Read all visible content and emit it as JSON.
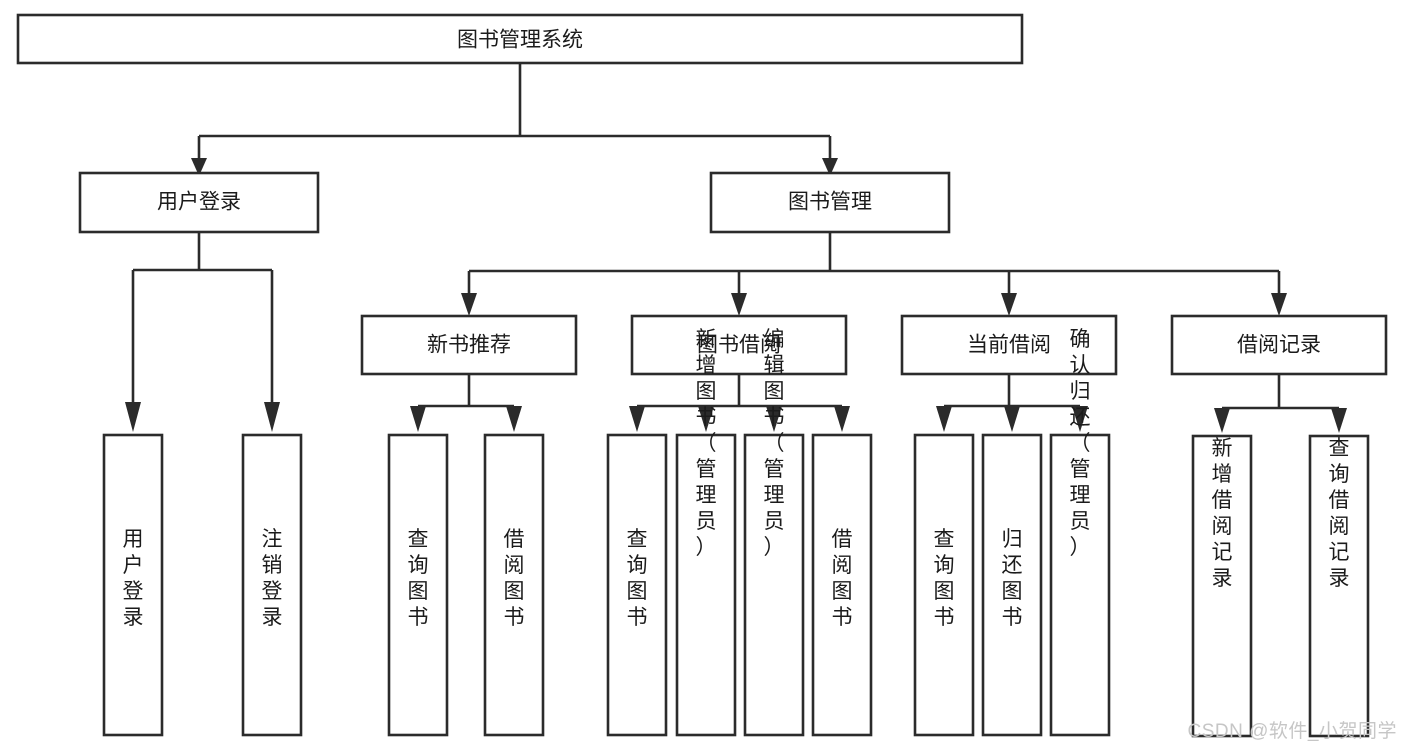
{
  "diagram": {
    "type": "tree-hierarchy-chart",
    "title": "图书管理系统",
    "watermark": "CSDN @软件_小贺同学",
    "colors": {
      "stroke": "#2b2b2b",
      "fill": "#ffffff",
      "text": "#1b1b1b",
      "watermark": "#c6c6c6",
      "background": "#ffffff"
    },
    "levels": [
      {
        "level": 1,
        "nodes": [
          {
            "id": "root",
            "label": "图书管理系统",
            "orientation": "horizontal"
          }
        ]
      },
      {
        "level": 2,
        "nodes": [
          {
            "id": "login",
            "label": "用户登录",
            "orientation": "horizontal",
            "parent": "root"
          },
          {
            "id": "bookmgmt",
            "label": "图书管理",
            "orientation": "horizontal",
            "parent": "root"
          }
        ]
      },
      {
        "level": 3,
        "nodes": [
          {
            "id": "newbook",
            "label": "新书推荐",
            "orientation": "horizontal",
            "parent": "bookmgmt"
          },
          {
            "id": "borrow",
            "label": "图书借阅",
            "orientation": "horizontal",
            "parent": "bookmgmt"
          },
          {
            "id": "current",
            "label": "当前借阅",
            "orientation": "horizontal",
            "parent": "bookmgmt"
          },
          {
            "id": "records",
            "label": "借阅记录",
            "orientation": "horizontal",
            "parent": "bookmgmt"
          }
        ]
      },
      {
        "level": 4,
        "nodes": [
          {
            "id": "leaf-1",
            "label": "用户登录",
            "orientation": "vertical",
            "parent": "login"
          },
          {
            "id": "leaf-2",
            "label": "注销登录",
            "orientation": "vertical",
            "parent": "login"
          },
          {
            "id": "leaf-3",
            "label": "查询图书",
            "orientation": "vertical",
            "parent": "newbook"
          },
          {
            "id": "leaf-4",
            "label": "借阅图书",
            "orientation": "vertical",
            "parent": "newbook"
          },
          {
            "id": "leaf-5",
            "label": "查询图书",
            "orientation": "vertical",
            "parent": "borrow"
          },
          {
            "id": "leaf-6",
            "label": "新增图书（管理员）",
            "orientation": "vertical",
            "parent": "borrow"
          },
          {
            "id": "leaf-7",
            "label": "编辑图书（管理员）",
            "orientation": "vertical",
            "parent": "borrow"
          },
          {
            "id": "leaf-8",
            "label": "借阅图书",
            "orientation": "vertical",
            "parent": "borrow"
          },
          {
            "id": "leaf-9",
            "label": "查询图书",
            "orientation": "vertical",
            "parent": "current"
          },
          {
            "id": "leaf-10",
            "label": "归还图书",
            "orientation": "vertical",
            "parent": "current"
          },
          {
            "id": "leaf-11",
            "label": "确认归还（管理员）",
            "orientation": "vertical",
            "parent": "current"
          },
          {
            "id": "leaf-12",
            "label": "新增借阅记录",
            "orientation": "vertical",
            "parent": "records"
          },
          {
            "id": "leaf-13",
            "label": "查询借阅记录",
            "orientation": "vertical",
            "parent": "records"
          }
        ]
      }
    ]
  }
}
